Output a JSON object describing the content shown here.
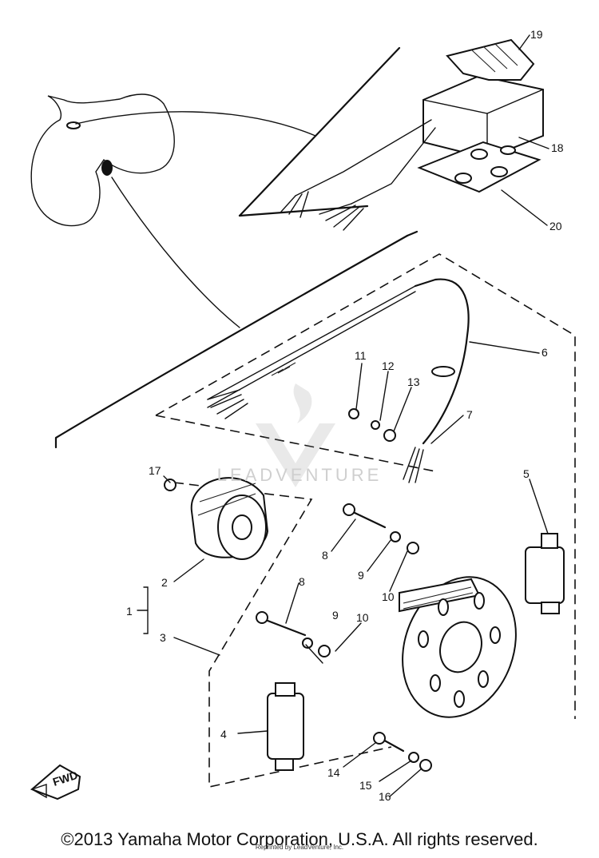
{
  "callouts": [
    "1",
    "2",
    "3",
    "4",
    "5",
    "6",
    "7",
    "8",
    "8",
    "9",
    "9",
    "10",
    "10",
    "11",
    "12",
    "13",
    "14",
    "15",
    "16",
    "17",
    "18",
    "19",
    "20"
  ],
  "fwd_label": "FWD",
  "watermark": "LEADVENTURE",
  "copyright": "©2013 Yamaha Motor Corporation, U.S.A. All rights reserved.",
  "reprint": "Reprinted by LeadVenture, Inc."
}
